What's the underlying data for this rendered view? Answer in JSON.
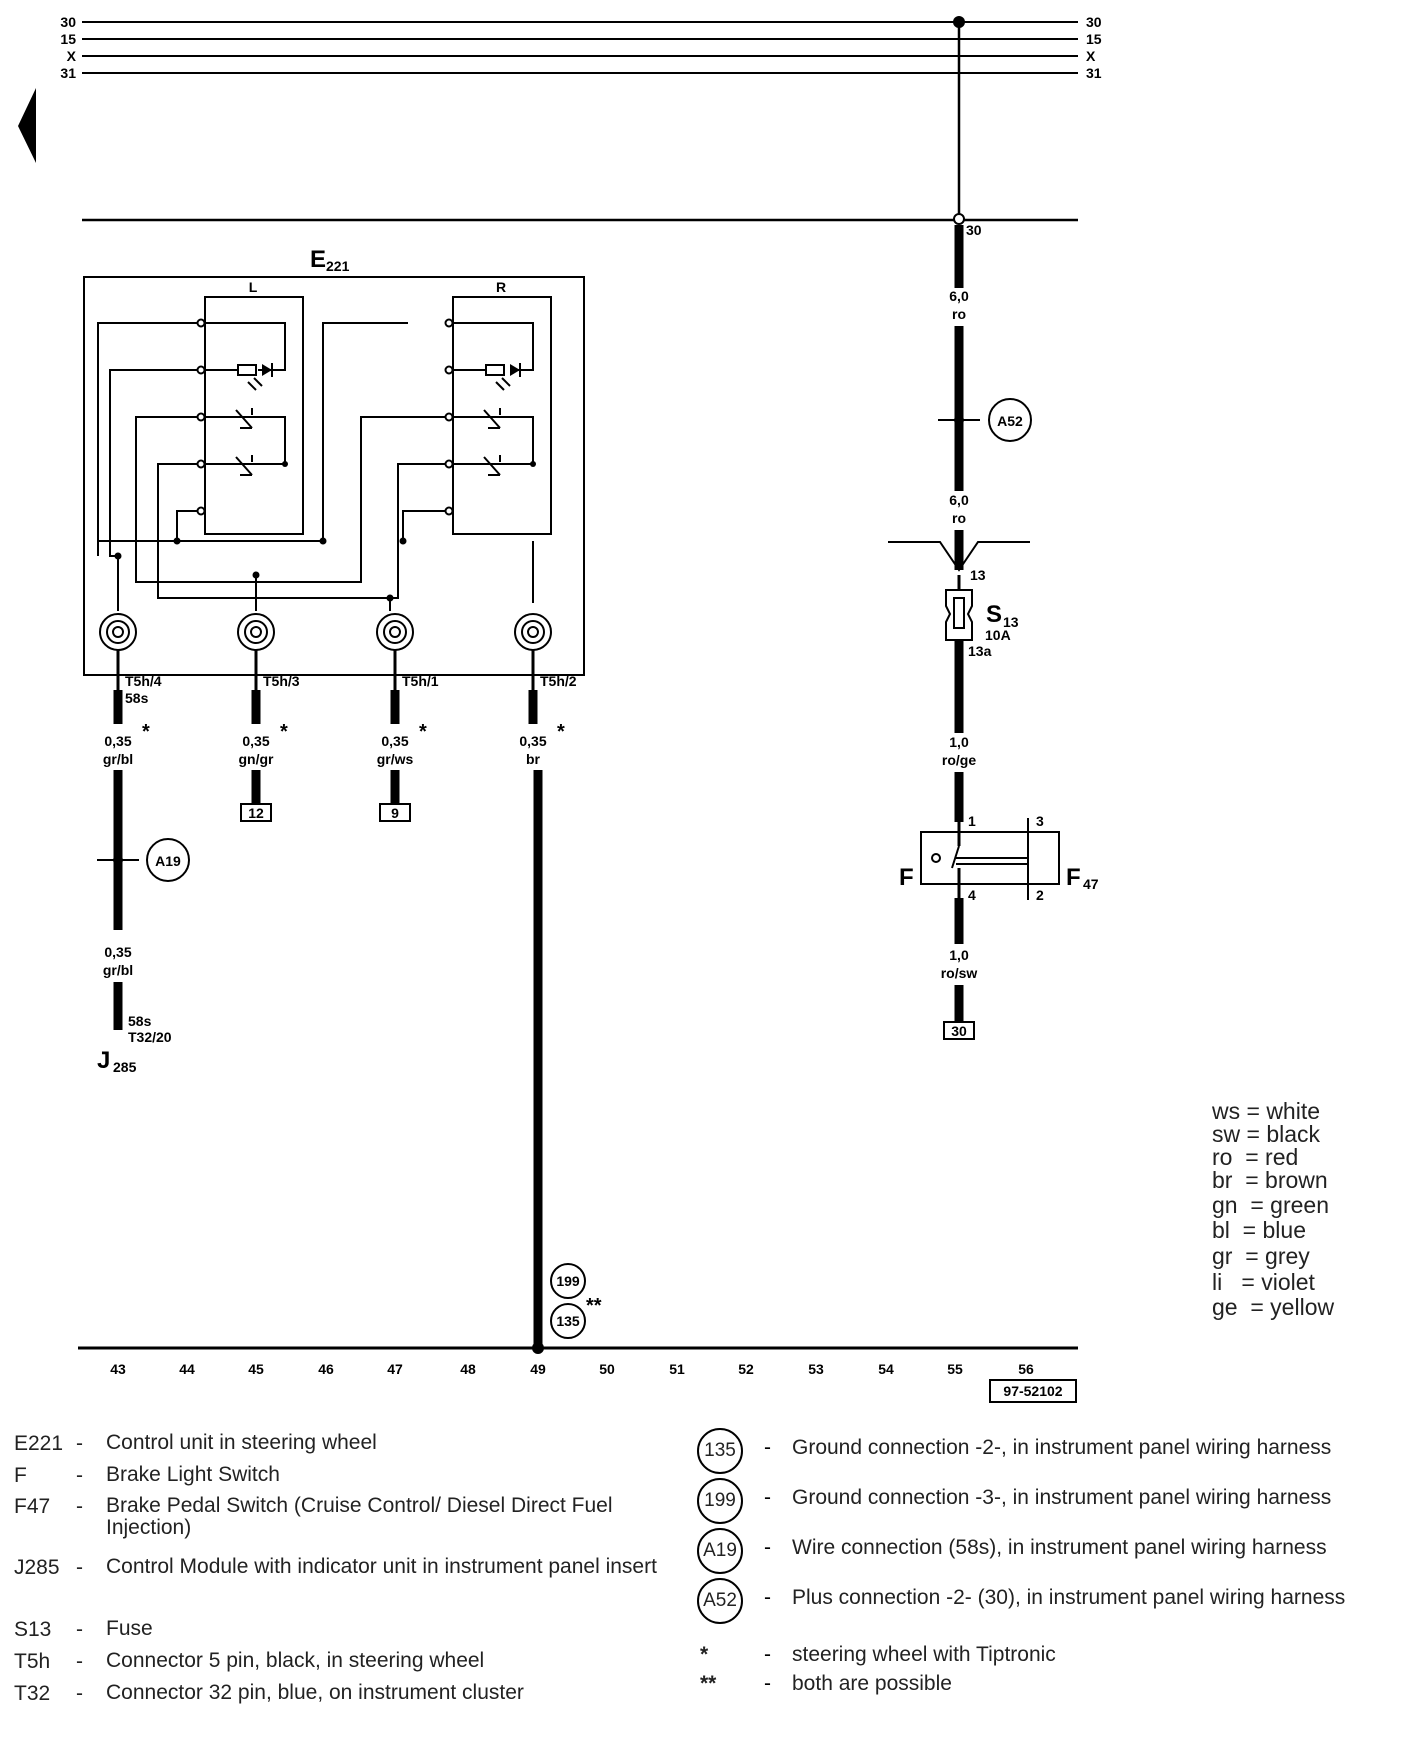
{
  "bus": {
    "left": [
      "30",
      "15",
      "X",
      "31"
    ],
    "right": [
      "30",
      "15",
      "X",
      "31"
    ]
  },
  "components": {
    "e221": "E",
    "e221_sub": "221",
    "switch_l": "L",
    "switch_r": "R",
    "s13": "S",
    "s13_sub": "13",
    "s13_rating": "10A",
    "f": "F",
    "f47": "F",
    "f47_sub": "47",
    "j285": "J",
    "j285_sub": "285"
  },
  "pins": {
    "p30": "30",
    "p13": "13",
    "p13a": "13a",
    "p1": "1",
    "p2": "2",
    "p3": "3",
    "p4": "4",
    "t5h4": "T5h/4",
    "t5h4_sub": "58s",
    "t5h3": "T5h/3",
    "t5h1": "T5h/1",
    "t5h2": "T5h/2",
    "j_58s": "58s",
    "j_t32": "T32/20"
  },
  "wires": {
    "w1_size": "6,0",
    "w1_color": "ro",
    "w2_size": "6,0",
    "w2_color": "ro",
    "w3_size": "1,0",
    "w3_color": "ro/ge",
    "w4_size": "1,0",
    "w4_color": "ro/sw",
    "w5_size": "0,35",
    "w5_color": "gr/bl",
    "w6_size": "0,35",
    "w6_color": "gn/gr",
    "w7_size": "0,35",
    "w7_color": "gr/ws",
    "w8_size": "0,35",
    "w8_color": "br",
    "w9_size": "0,35",
    "w9_color": "gr/bl",
    "star": "*",
    "dstar": "**"
  },
  "refs": {
    "r12": "12",
    "r9": "9",
    "r30": "30",
    "a52": "A52",
    "a19": "A19",
    "g199": "199",
    "g135": "135"
  },
  "columns": [
    "43",
    "44",
    "45",
    "46",
    "47",
    "48",
    "49",
    "50",
    "51",
    "52",
    "53",
    "54",
    "55",
    "56"
  ],
  "diagram_id": "97-52102",
  "color_key": [
    "ws = white",
    "sw = black",
    "ro  = red",
    "br  = brown",
    "gn  = green",
    "bl  = blue",
    "gr  = grey",
    "li   = violet",
    "ge  = yellow"
  ],
  "legend_left": [
    {
      "code": "E221",
      "dash": "-",
      "desc": "Control unit in steering wheel"
    },
    {
      "code": "F",
      "dash": "-",
      "desc": "Brake Light Switch"
    },
    {
      "code": "F47",
      "dash": "-",
      "desc": "Brake Pedal Switch (Cruise Control/ Diesel Direct Fuel Injection)"
    },
    {
      "code": "J285",
      "dash": "-",
      "desc": "Control Module with indicator unit in instrument panel insert"
    },
    {
      "code": "S13",
      "dash": "-",
      "desc": "Fuse"
    },
    {
      "code": "T5h",
      "dash": "-",
      "desc": "Connector 5 pin, black, in steering wheel"
    },
    {
      "code": "T32",
      "dash": "-",
      "desc": "Connector 32 pin, blue, on  instrument cluster"
    }
  ],
  "legend_right": [
    {
      "code": "135",
      "dash": "-",
      "desc": "Ground connection -2-, in instrument panel wiring harness"
    },
    {
      "code": "199",
      "dash": "-",
      "desc": "Ground connection -3-, in instrument panel wiring harness"
    },
    {
      "code": "A19",
      "dash": "-",
      "desc": "Wire connection (58s), in instrument panel wiring harness"
    },
    {
      "code": "A52",
      "dash": "-",
      "desc": "Plus connection -2- (30), in instrument panel wiring harness"
    },
    {
      "code": "*",
      "dash": "-",
      "desc": "steering wheel with Tiptronic"
    },
    {
      "code": "**",
      "dash": "-",
      "desc": "both are possible"
    }
  ]
}
